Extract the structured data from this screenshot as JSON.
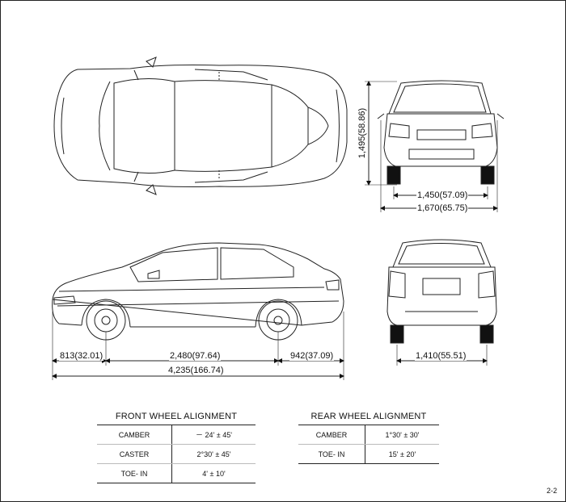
{
  "dimensions": {
    "height": "1,495(58.86)",
    "front_tread": "1,450(57.09)",
    "overall_width": "1,670(65.75)",
    "front_overhang": "813(32.01)",
    "wheelbase": "2,480(97.64)",
    "rear_overhang": "942(37.09)",
    "overall_length": "4,235(166.74)",
    "rear_tread": "1,410(55.51)"
  },
  "front_alignment": {
    "title": "FRONT WHEEL ALIGNMENT",
    "rows": [
      {
        "label": "CAMBER",
        "value": "－ 24' ± 45'"
      },
      {
        "label": "CASTER",
        "value": "2°30' ± 45'"
      },
      {
        "label": "TOE- IN",
        "value": "4' ± 10'"
      }
    ]
  },
  "rear_alignment": {
    "title": "REAR WHEEL ALIGNMENT",
    "rows": [
      {
        "label": "CAMBER",
        "value": "1°30' ± 30'"
      },
      {
        "label": "TOE- IN",
        "value": "15' ± 20'"
      }
    ]
  },
  "page_number": "2-2"
}
